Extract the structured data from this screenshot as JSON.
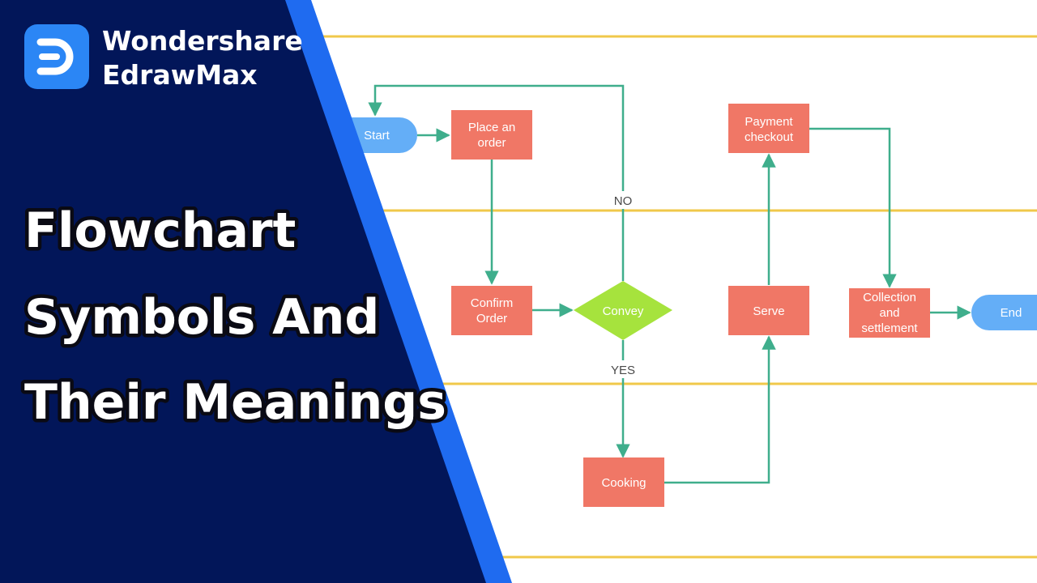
{
  "brand": {
    "name_line1": "Wondershare",
    "name_line2": "EdrawMax",
    "logo_icon": "edrawmax-logo-icon"
  },
  "headline": {
    "line1": "Flowchart",
    "line2": "Symbols And",
    "line3": "Their Meanings"
  },
  "colors": {
    "navy_panel": "#021659",
    "blue_stripe": "#1f6bf0",
    "lane_line": "#f0c84a",
    "process": "#f07766",
    "terminal": "#64aef7",
    "decision": "#a6e33d",
    "connector": "#3fae8c"
  },
  "diagram": {
    "nodes": {
      "start": {
        "line1": "Start"
      },
      "place_order": {
        "line1": "Place an",
        "line2": "order"
      },
      "confirm_order": {
        "line1": "Confirm",
        "line2": "Order"
      },
      "convey": {
        "line1": "Convey"
      },
      "cooking": {
        "line1": "Cooking"
      },
      "serve": {
        "line1": "Serve"
      },
      "payment_checkout": {
        "line1": "Payment",
        "line2": "checkout"
      },
      "collection_settlement": {
        "line1": "Collection",
        "line2": "and",
        "line3": "settlement"
      },
      "end": {
        "line1": "End"
      }
    },
    "edge_labels": {
      "no": "NO",
      "yes": "YES"
    }
  }
}
